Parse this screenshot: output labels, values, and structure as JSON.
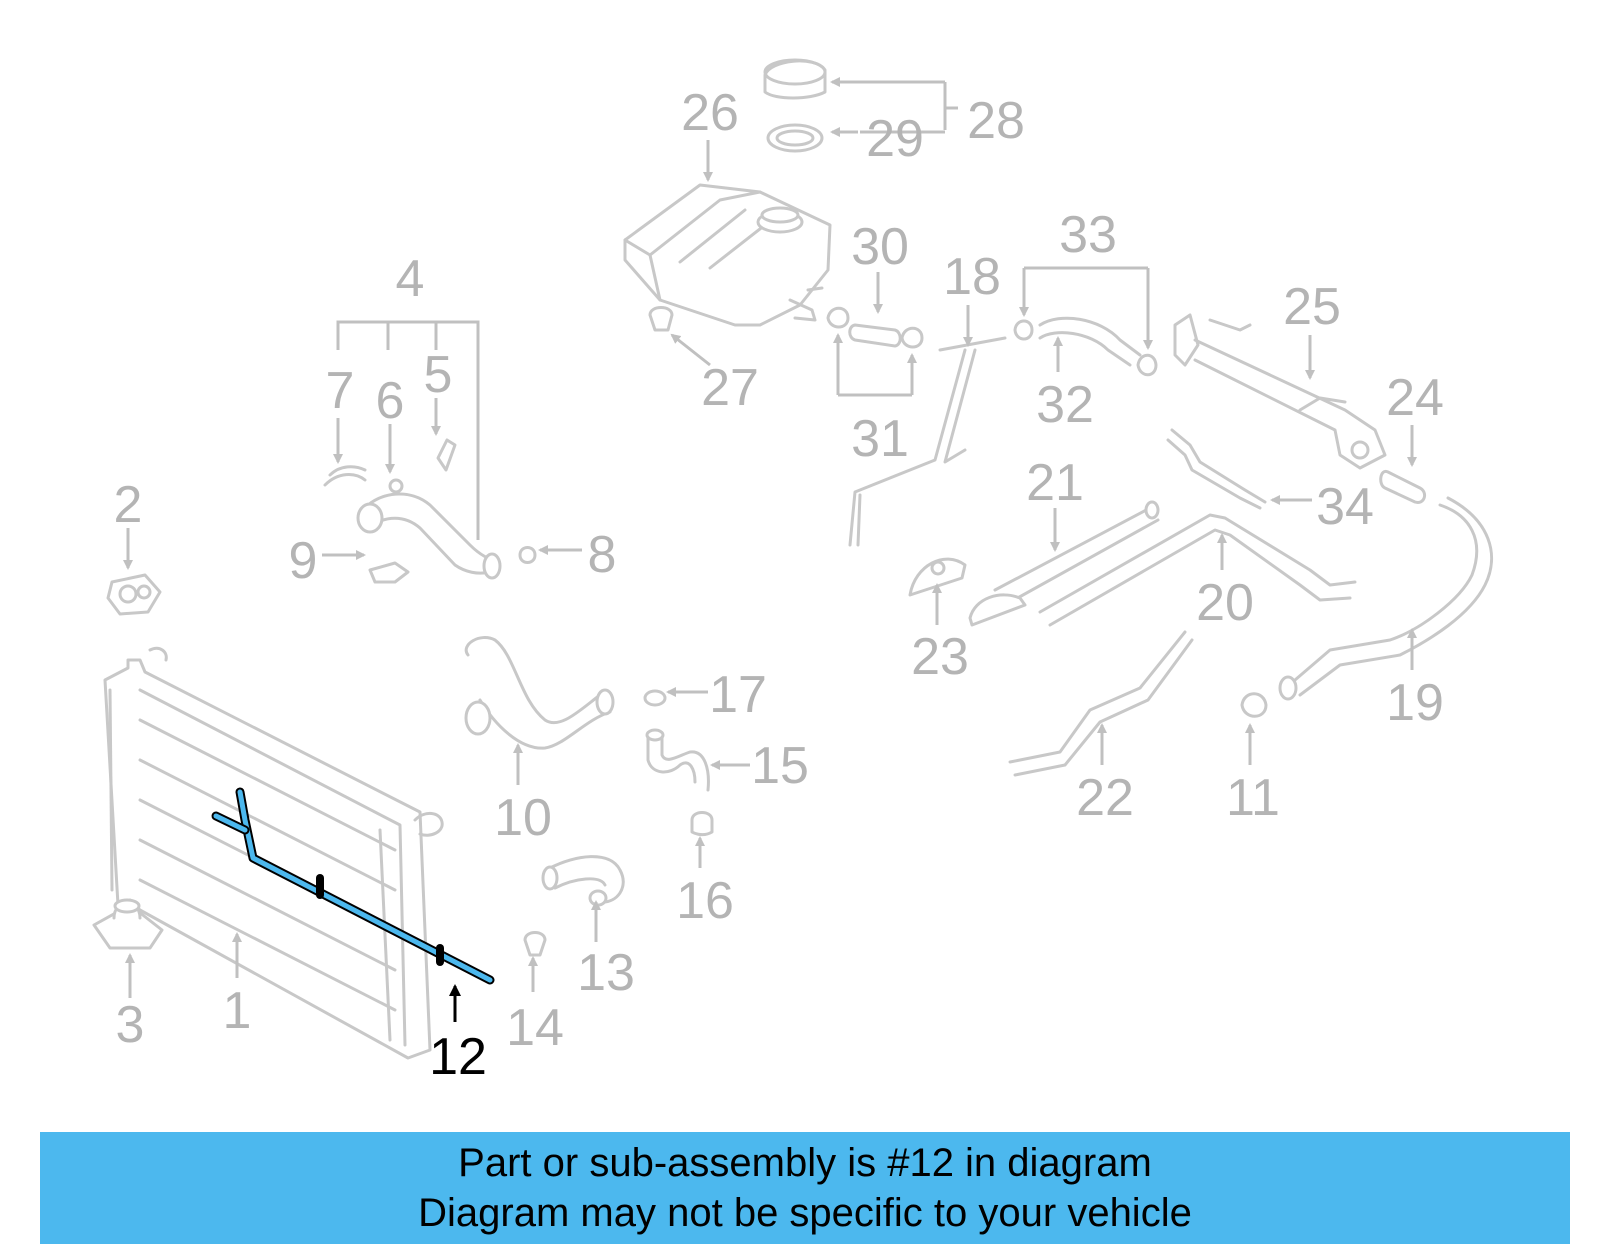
{
  "callouts": [
    "1",
    "2",
    "3",
    "4",
    "5",
    "6",
    "7",
    "8",
    "9",
    "10",
    "11",
    "12",
    "13",
    "14",
    "15",
    "16",
    "17",
    "18",
    "19",
    "20",
    "21",
    "22",
    "23",
    "24",
    "25",
    "26",
    "27",
    "28",
    "29",
    "30",
    "31",
    "32",
    "33",
    "34"
  ],
  "highlight": {
    "part": "12",
    "color": "#4cb8ee"
  },
  "banner": {
    "line1": "Part or sub-assembly is #12 in diagram",
    "line2": "Diagram may not be specific to your vehicle",
    "background": "#4cb8ee"
  }
}
